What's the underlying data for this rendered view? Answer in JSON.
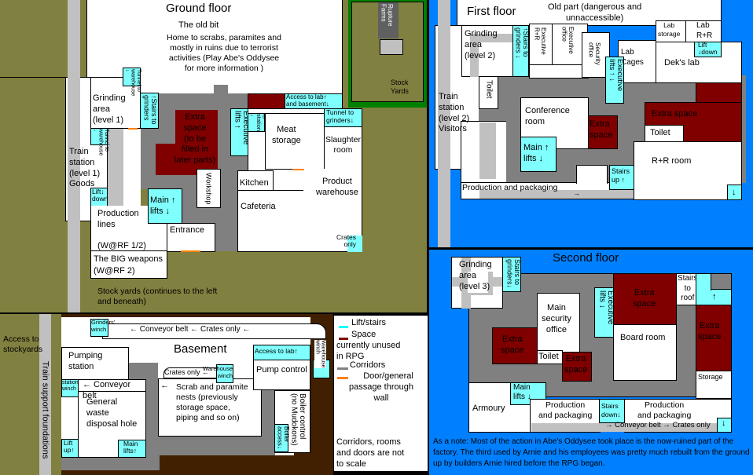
{
  "colors": {
    "lift": "#80ffff",
    "unused": "#800000",
    "corridor": "#808080",
    "door": "#ff8000",
    "ground": "#808040",
    "sky": "#0080ff",
    "earth": "#402000"
  },
  "ground": {
    "title": "Ground floor",
    "old_bit": "The old bit",
    "old_desc": "Home to scrabs, paramites and\nmostly in ruins due to terrorist\nactivities (Play Abe's Oddysee\nfor more information )",
    "rupture": "Rupture\nFarms",
    "stock_yards_small": "Stock\nYards",
    "tunnel_warehouse_1": "Tunnel to\nwarehouse ↓",
    "grinding": "Grinding\narea\n(level 1)",
    "stairs_grinders": "↑Stairs to\ngrinders",
    "train": "Train\nstation\n(level 1)\nGoods",
    "tunnel_warehouse_2": "Tunnel to\nwarehouse ↓",
    "lift_down": "Lift↓\ndown",
    "extra": "Extra\nspace\n(to be\nfilled in\nlater parts)",
    "exec_lifts": "Executive\nlifts ↑",
    "tunnel_station": "Tunnel to\nstation ↓",
    "access_lab": "Access to lab↑\nand basement↓",
    "tunnel_grinders": "Tunnel to\ngrinders↓",
    "meat": "Meat\nstorage",
    "slaughter": "Slaughter\nroom",
    "workshop": "Workshop",
    "kitchen": "Kitchen",
    "cafeteria": "Cafeteria",
    "warehouse": "Product\nwarehouse",
    "crates": "Crates\nonly",
    "main_lifts": "Main   ↑\nlifts   ↓",
    "entrance": "Entrance",
    "production": "Production\nlines\n\n(W@RF 1/2)",
    "big": "The BIG weapons\n(W@RF 2)",
    "stock_yards": "Stock yards (continues to the left\nand beneath)"
  },
  "basement": {
    "title": "Basement",
    "access_stock": "Access to\nstockyards",
    "train_support": "Train support foundations",
    "grinders_winch": "Grinders'\nwinch",
    "conveyor_top": "←   Conveyor belt   ←   Crates only   ←",
    "warehouse_winch_r": "Warehouse\nwinch",
    "access_lab": "Access to lab↑",
    "pump_control": "Pump control",
    "pumping": "Pumping\nstation",
    "warehouse_winch": "Warehouse\nwinch",
    "crates_only": "Crates only ←",
    "station_winch": "station\nwinch",
    "conveyor": "← Conveyor belt",
    "arrow": "←",
    "nests": "Scrab and paramite\nnests (previously\nstorage space,\npiping and so on)",
    "waste": "General\nwaste\ndisposal hole",
    "lift_up": "Lift\nup↑",
    "main_lifts": "Main\nlifts↑",
    "boiler_control": "Boiler control\n(no Mudokons)",
    "boiler_access": "Boiler\naccess↓"
  },
  "legend": {
    "lift": "Lift/stairs",
    "space": "Space\ncurrently unused\nin RPG",
    "corridors": "Corridors",
    "door": "Door/general\npassage through\nwall",
    "note": "Corridors, rooms\nand doors are not\nto scale"
  },
  "first": {
    "title": "First floor",
    "old_part": "Old part (dangerous and\nunnaccessible)",
    "grinding": "Grinding\narea\n(level 2)",
    "stairs": "↑Stairs to\ngrinders ↓",
    "exec_rr": "Executive\nR+R",
    "exec_office": "Executive\noffice",
    "security": "Security\noffice",
    "lab_cages": "Lab\nCages",
    "lab_storage": "Lab\nstorage",
    "lab_rr": "Lab\nR+R",
    "lift_down": "Lift\n↓down",
    "deks_lab": "Dek's lab",
    "exec_lifts": "Executive\nlifts ↑ ↓",
    "toilet": "Toilet",
    "train": "Train\nstation\n(level 2)\nVisitors",
    "conference": "Conference\nroom",
    "extra": "Extra\nspace",
    "extra2": "Extra space",
    "toilet2": "Toilet",
    "main_lifts": "Main  ↑\nlifts  ↓",
    "stairs_up": "Stairs\nup ↑",
    "rr_room": "R+R room",
    "down": "↓",
    "production": "Production and packaging",
    "arrow": "→"
  },
  "second": {
    "title": "Second floor",
    "grinding": "Grinding\narea\n(level 3)",
    "stairs": "Stairs to\ngrinders↓",
    "exec_lifts": "Executive\nlifts ↓",
    "extra1": "Extra\nspace",
    "stairs_roof": "Stairs\nto\nroof",
    "up": "↑",
    "main_security": "Main\nsecurity\noffice",
    "extra2": "Extra\nspace",
    "board": "Board room",
    "extra3": "Extra\nspace",
    "toilet": "Toilet",
    "extra4": "Extra\nspace",
    "storage": "Storage",
    "main_lifts": "Main\nlifts   ↓",
    "armoury": "Armoury",
    "prod1": "Production\nand packaging",
    "stairs_down": "Stairs\ndown↓",
    "prod2": "Production\nand packaging",
    "conveyor": "→  Conveyor belt  → Crates only",
    "down": "↓",
    "note": "As a note: Most of the action in Abe's Oddysee took place is the now-ruined part of the factory. The third used by Arnie and his employees was pretty much rebuilt from the ground up by builders Arnie hired before the RPG began."
  }
}
